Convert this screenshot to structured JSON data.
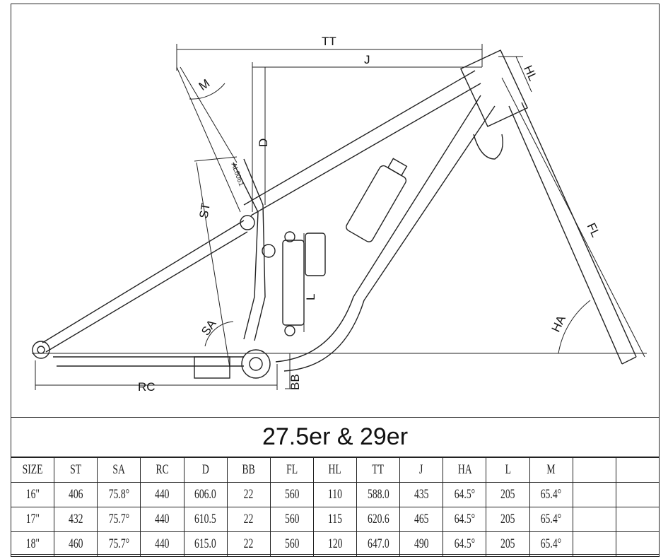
{
  "diagram": {
    "labels": {
      "TT": "TT",
      "J": "J",
      "D": "D",
      "ST": "ST",
      "SA": "SA",
      "RC": "RC",
      "BB": "BB",
      "FL": "FL",
      "HA": "HA",
      "HL": "HL",
      "M": "M",
      "L": "L"
    },
    "frame_marking": "AL6061"
  },
  "title": "27.5er & 29er",
  "table": {
    "headers": [
      "SIZE",
      "ST",
      "SA",
      "RC",
      "D",
      "BB",
      "FL",
      "HL",
      "TT",
      "J",
      "HA",
      "L",
      "M",
      "",
      ""
    ],
    "rows": [
      [
        "16\"",
        "406",
        "75.8°",
        "440",
        "606.0",
        "22",
        "560",
        "110",
        "588.0",
        "435",
        "64.5°",
        "205",
        "65.4°",
        "",
        ""
      ],
      [
        "17\"",
        "432",
        "75.7°",
        "440",
        "610.5",
        "22",
        "560",
        "115",
        "620.6",
        "465",
        "64.5°",
        "205",
        "65.4°",
        "",
        ""
      ],
      [
        "18\"",
        "460",
        "75.7°",
        "440",
        "615.0",
        "22",
        "560",
        "120",
        "647.0",
        "490",
        "64.5°",
        "205",
        "65.4°",
        "",
        ""
      ]
    ]
  }
}
